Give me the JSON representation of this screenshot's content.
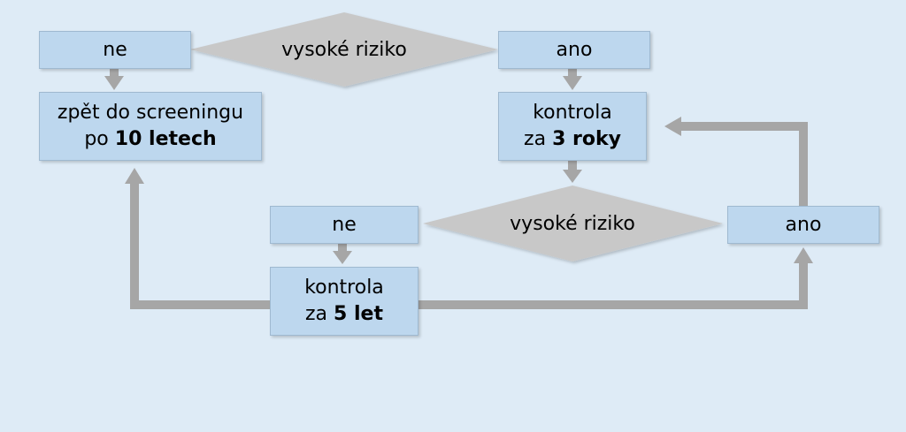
{
  "diagram": {
    "colors": {
      "background": "#deebf6",
      "box_fill": "#bdd7ee",
      "decision_fill": "#c8c8c8",
      "connector": "#a6a6a6"
    },
    "top_decision": {
      "label": "vysoké riziko",
      "no_label": "ne",
      "yes_label": "ano"
    },
    "result_no": {
      "line1": "zpět do screeningu",
      "line2_prefix": "po ",
      "line2_bold": "10 letech"
    },
    "control_3": {
      "line1": "kontrola",
      "line2_prefix": "za ",
      "line2_bold": "3 roky"
    },
    "second_decision": {
      "label": "vysoké riziko",
      "no_label": "ne",
      "yes_label": "ano"
    },
    "control_5": {
      "line1": "kontrola",
      "line2_prefix": "za ",
      "line2_bold": "5 let"
    }
  }
}
